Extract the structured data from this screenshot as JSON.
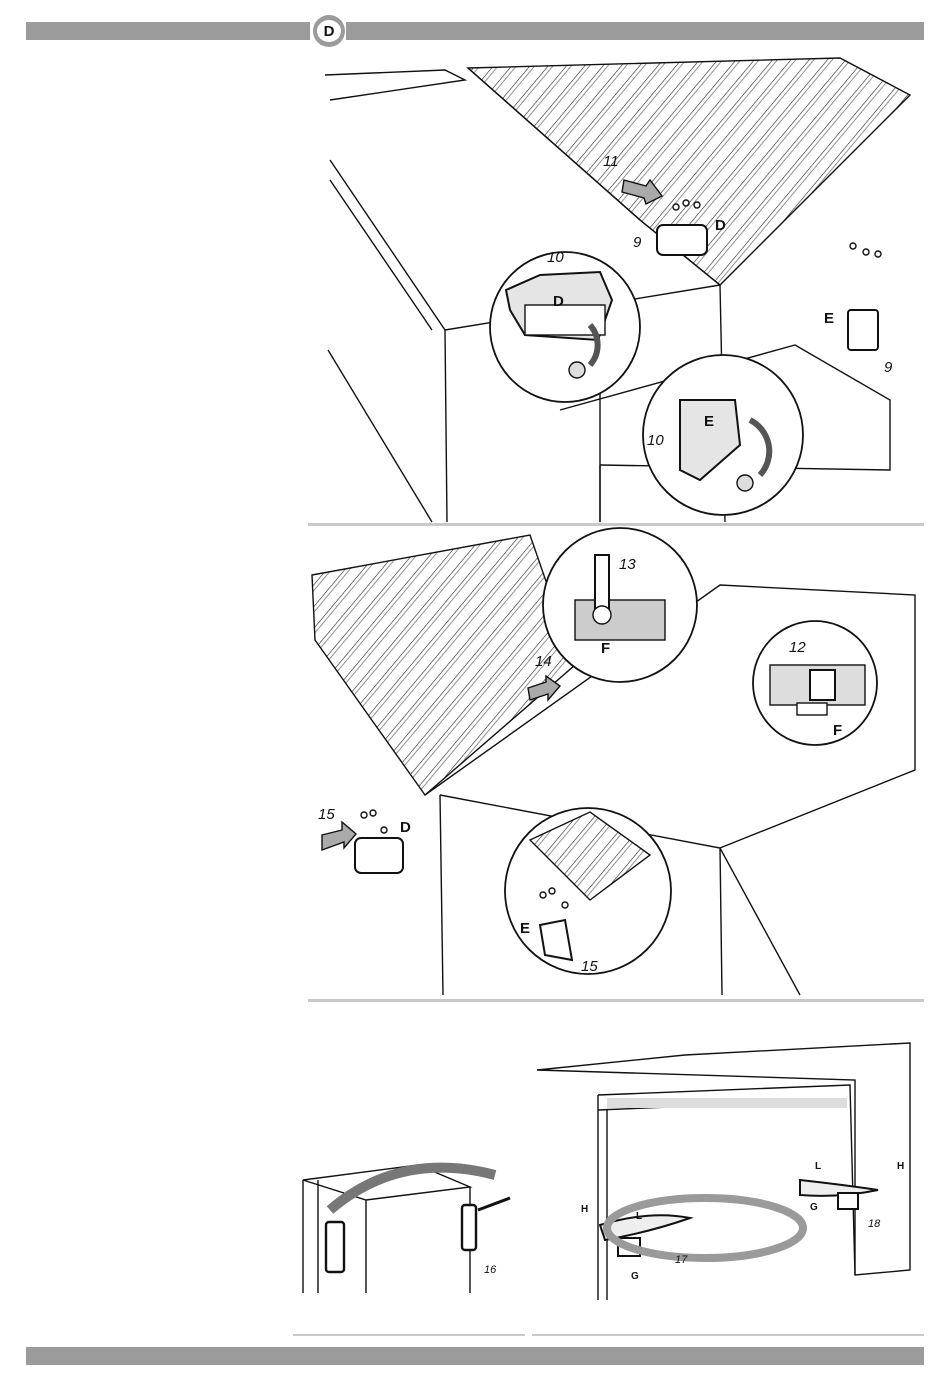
{
  "header": {
    "badge": "D"
  },
  "panel1": {
    "labels": {
      "D": "D",
      "E": "E"
    },
    "steps": {
      "s9a": "9",
      "s9b": "9",
      "s10a": "10",
      "s10b": "10",
      "s11": "11"
    }
  },
  "panel2": {
    "labels": {
      "D": "D",
      "E": "E",
      "F": "F"
    },
    "steps": {
      "s12": "12",
      "s13": "13",
      "s14": "14",
      "s15a": "15",
      "s15b": "15"
    }
  },
  "panel3": {
    "labels": {
      "H": "H",
      "L": "L",
      "G": "G"
    },
    "steps": {
      "s16": "16",
      "s17": "17",
      "s18": "18"
    }
  }
}
